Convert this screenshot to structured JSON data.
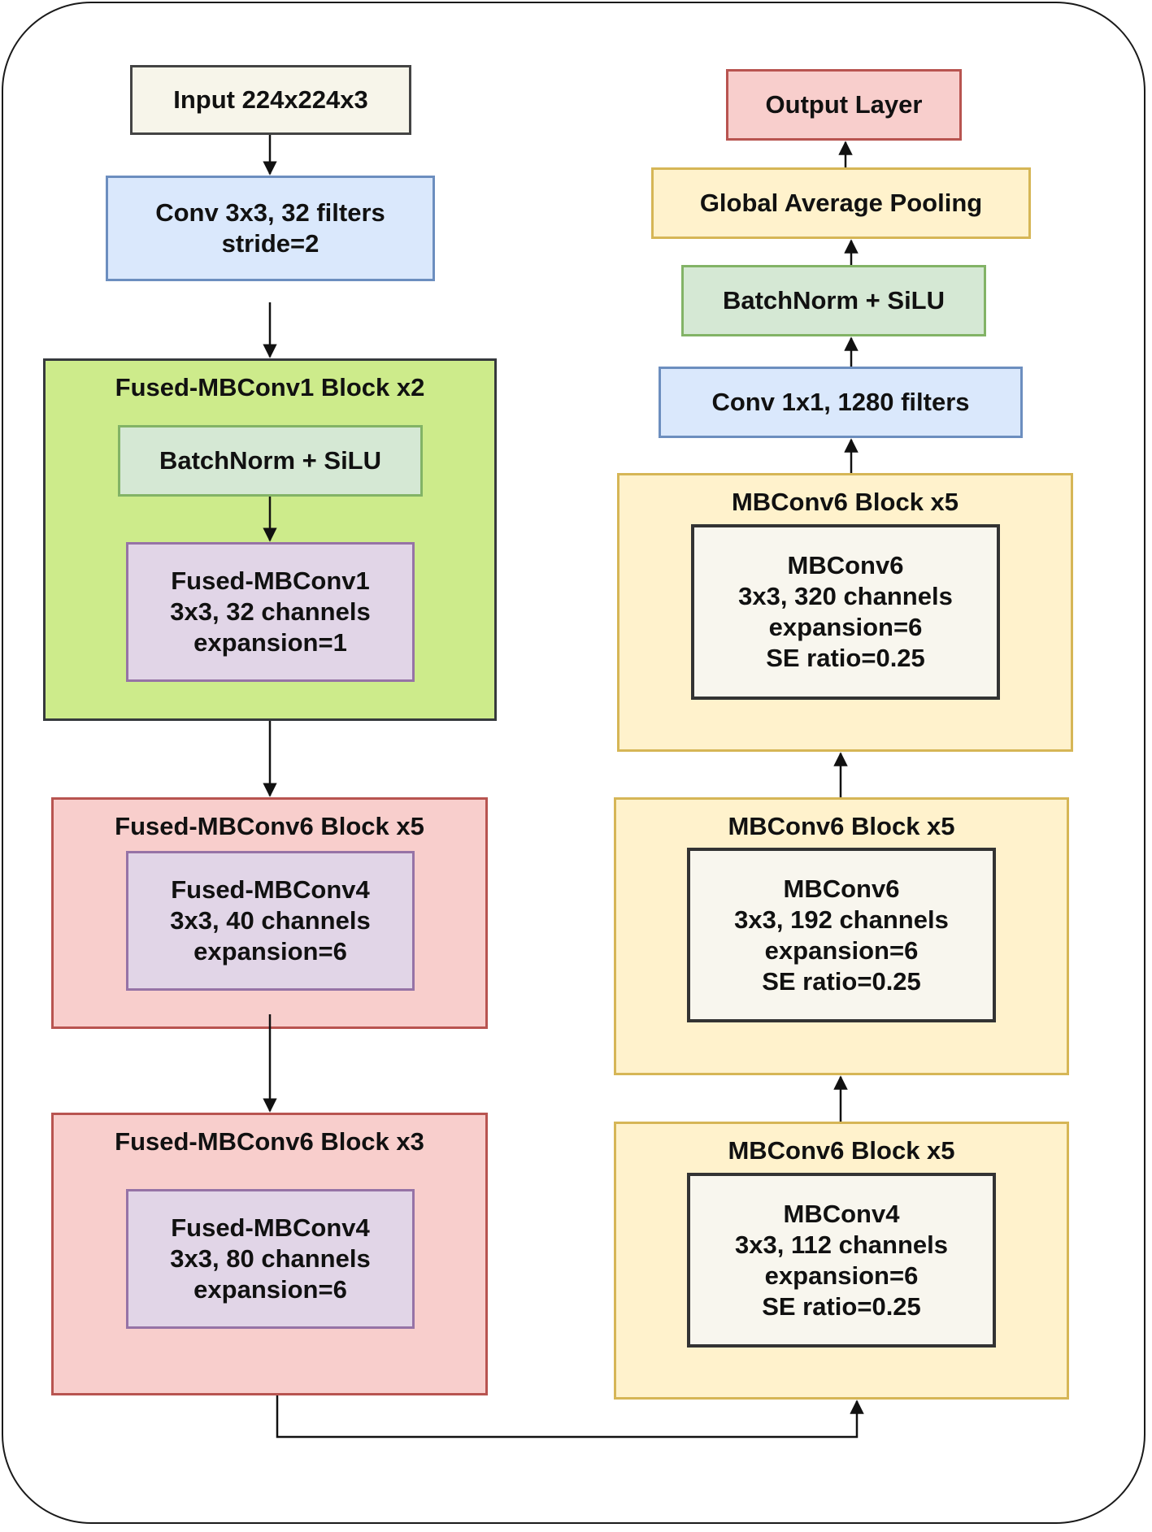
{
  "input": "Input 224x224x3",
  "conv_stem": {
    "line1": "Conv 3x3, 32 filters",
    "line2": "stride=2"
  },
  "fused_mbconv1_block": {
    "title": "Fused-MBConv1 Block x2",
    "bn": "BatchNorm + SiLU",
    "inner": {
      "line1": "Fused-MBConv1",
      "line2": "3x3, 32 channels",
      "line3": "expansion=1"
    }
  },
  "fused_mbconv6_block_a": {
    "title": "Fused-MBConv6 Block x5",
    "inner": {
      "line1": "Fused-MBConv4",
      "line2": "3x3, 40 channels",
      "line3": "expansion=6"
    }
  },
  "fused_mbconv6_block_b": {
    "title": "Fused-MBConv6 Block x3",
    "inner": {
      "line1": "Fused-MBConv4",
      "line2": "3x3, 80 channels",
      "line3": "expansion=6"
    }
  },
  "mbconv_block_1": {
    "title": "MBConv6 Block x5",
    "inner": {
      "line1": "MBConv4",
      "line2": "3x3, 112 channels",
      "line3": "expansion=6",
      "line4": "SE ratio=0.25"
    }
  },
  "mbconv_block_2": {
    "title": "MBConv6 Block x5",
    "inner": {
      "line1": "MBConv6",
      "line2": "3x3, 192 channels",
      "line3": "expansion=6",
      "line4": "SE ratio=0.25"
    }
  },
  "mbconv_block_3": {
    "title": "MBConv6 Block x5",
    "inner": {
      "line1": "MBConv6",
      "line2": "3x3, 320 channels",
      "line3": "expansion=6",
      "line4": "SE ratio=0.25"
    }
  },
  "conv_head": "Conv 1x1, 1280 filters",
  "bn_head": "BatchNorm + SiLU",
  "pooling": "Global Average Pooling",
  "output": "Output Layer"
}
